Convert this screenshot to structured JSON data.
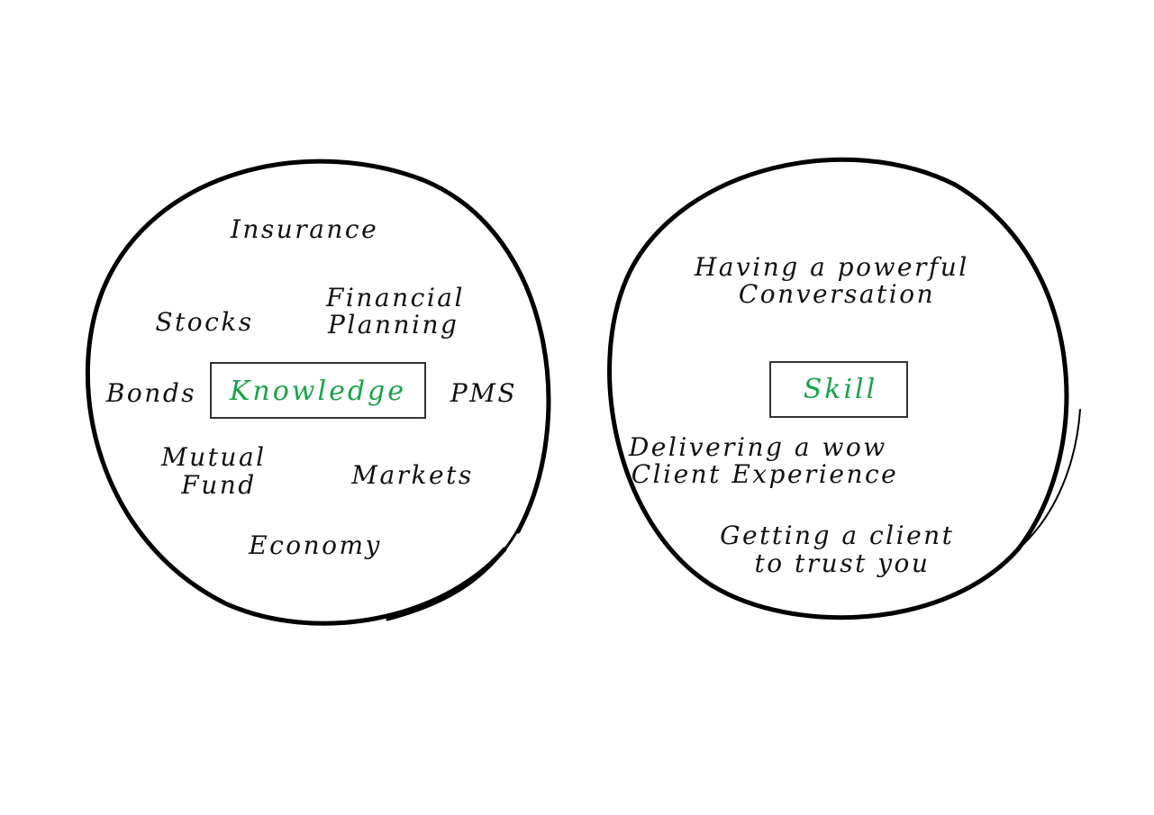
{
  "colors": {
    "ink": "#111111",
    "accent": "#1aa34a"
  },
  "left_circle": {
    "center_label": "Knowledge",
    "items": [
      {
        "lines": [
          "Insurance"
        ]
      },
      {
        "lines": [
          "Financial",
          "Planning"
        ]
      },
      {
        "lines": [
          "Stocks"
        ]
      },
      {
        "lines": [
          "Bonds"
        ]
      },
      {
        "lines": [
          "PMS"
        ]
      },
      {
        "lines": [
          "Mutual",
          "Fund"
        ]
      },
      {
        "lines": [
          "Markets"
        ]
      },
      {
        "lines": [
          "Economy"
        ]
      }
    ]
  },
  "right_circle": {
    "center_label": "Skill",
    "items": [
      {
        "lines": [
          "Having a powerful",
          "Conversation"
        ]
      },
      {
        "lines": [
          "Delivering a wow",
          "Client Experience"
        ]
      },
      {
        "lines": [
          "Getting a client",
          "to trust you"
        ]
      }
    ]
  }
}
